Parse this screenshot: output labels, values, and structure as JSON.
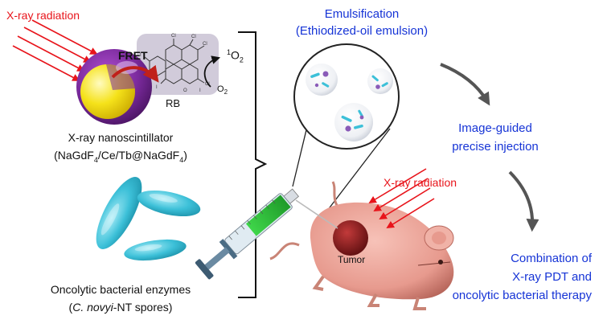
{
  "left_panel": {
    "xray_radiation_label": "X-ray radiation",
    "fret_label": "FRET",
    "singlet_oxygen": {
      "base": "O",
      "superscript": "1",
      "subscript": "2"
    },
    "oxygen": {
      "base": "O",
      "subscript": "2"
    },
    "rb_label": "RB",
    "nanoscintillator_title": "X-ray nanoscintillator",
    "nanoscintillator_formula": {
      "open": "(NaGdF",
      "sub1": "4",
      "middle": "/Ce/Tb@NaGdF",
      "sub2": "4",
      "close": ")"
    },
    "enzymes_title": "Oncolytic bacterial enzymes",
    "enzymes_spores": {
      "open": "(",
      "italic": "C. novyi",
      "rest": "-NT spores)"
    }
  },
  "right_panel": {
    "emulsification_line1": "Emulsification",
    "emulsification_line2": "(Ethiodized-oil emulsion)",
    "injection_line1": "Image-guided",
    "injection_line2": "precise injection",
    "xray_radiation_label": "X-ray radiation",
    "tumor_label": "Tumor",
    "combination_line1": "Combination of",
    "combination_line2": "X-ray PDT and",
    "combination_line3": "oncolytic bacterial therapy"
  },
  "colors": {
    "radiation_red": "#e8141b",
    "step_blue": "#1634d6",
    "spore_cyan": "#3cc0d8",
    "scintillator_core": "#f5e21a",
    "scintillator_shell": "#7a2a9c",
    "mouse_pink": "#e79a8e",
    "tumor_red": "#8e1d1d",
    "arrow_gray": "#555555"
  },
  "icons": [
    "nanoscintillator-icon",
    "rose-bengal-structure-icon",
    "spore-icon",
    "emulsion-droplet-icon",
    "syringe-icon",
    "mouse-icon"
  ]
}
